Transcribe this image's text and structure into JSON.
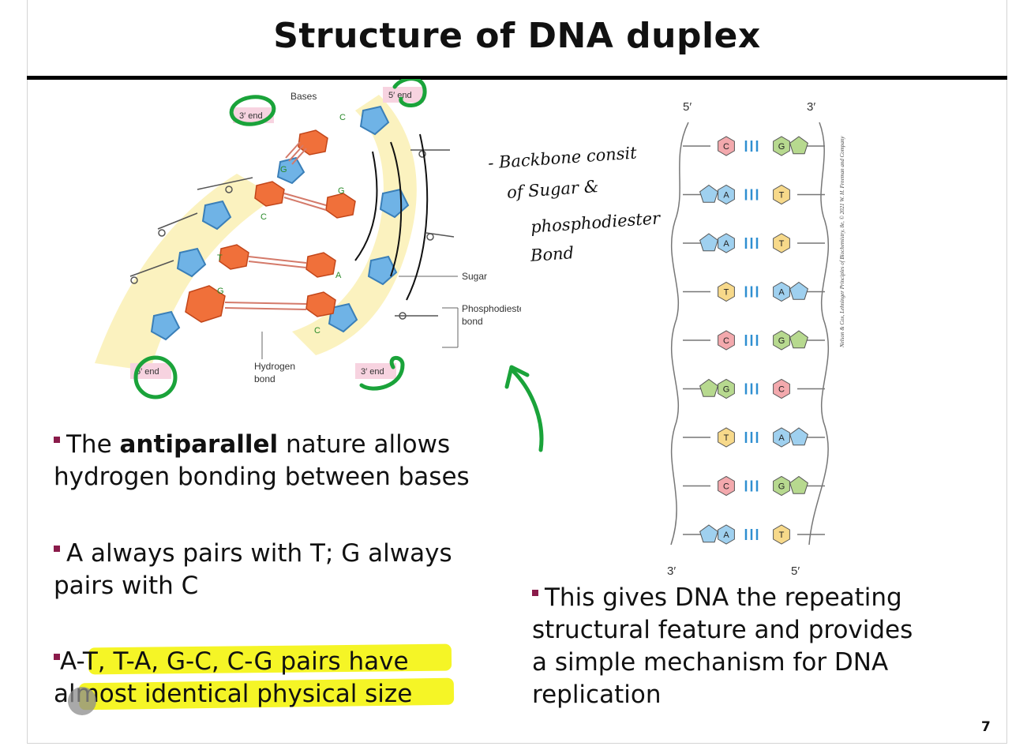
{
  "title": "Structure of DNA duplex",
  "page_number": "7",
  "left_figure": {
    "labels": {
      "bases": "Bases",
      "end_3_top": "3′ end",
      "end_5_top": "5′ end",
      "end_5_bottom": "5′ end",
      "end_3_bottom": "3′ end",
      "sugar": "Sugar",
      "phosphodiester_1": "Phosphodiester",
      "phosphodiester_2": "bond",
      "hydrogen_1": "Hydrogen",
      "hydrogen_2": "bond"
    },
    "base_letters": [
      "C",
      "G",
      "G",
      "C",
      "T",
      "A",
      "G",
      "C"
    ]
  },
  "right_figure": {
    "top_left": "5′",
    "top_right": "3′",
    "bottom_left": "3′",
    "bottom_right": "5′",
    "credit": "Nelson & Cox, Lehninger Principles of Biochemistry, 8e, © 2021 W. H. Freeman and Company",
    "pairs": [
      {
        "left": "C",
        "right": "G"
      },
      {
        "left": "A",
        "right": "T"
      },
      {
        "left": "A",
        "right": "T"
      },
      {
        "left": "T",
        "right": "A"
      },
      {
        "left": "C",
        "right": "G"
      },
      {
        "left": "G",
        "right": "C"
      },
      {
        "left": "T",
        "right": "A"
      },
      {
        "left": "C",
        "right": "G"
      },
      {
        "left": "A",
        "right": "T"
      }
    ]
  },
  "handwriting": {
    "line1": "- Backbone consit",
    "line2": "of Sugar &",
    "line3": "phosphodiester",
    "line4": "Bond"
  },
  "bullets": {
    "b1_pre": "The ",
    "b1_bold": "antiparallel",
    "b1_post": " nature allows",
    "b1_line2": "hydrogen bonding between bases",
    "b2_line1": "A always pairs with T; G always",
    "b2_line2": "pairs with C",
    "b3_line1": "A-T, T-A, G-C, C-G pairs have",
    "b3_line2": "almost identical physical size",
    "b4_line1": "This gives DNA the repeating",
    "b4_line2": "structural feature and provides",
    "b4_line3": "a simple mechanism for DNA",
    "b4_line4": "replication"
  },
  "colors": {
    "bullet_marker": "#8a1b4a",
    "highlight": "#f3f300",
    "annotation_green": "#1aa33a",
    "base_C": "#f3a9ad",
    "base_G": "#b7d98f",
    "base_A": "#9fd0ef",
    "base_T": "#f7d98a",
    "hbond": "#2f8fd1"
  }
}
